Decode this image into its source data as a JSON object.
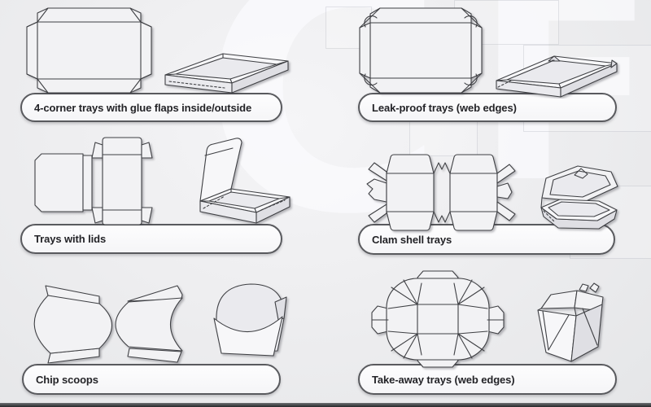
{
  "watermark": {
    "text_c": "C",
    "text_f": "F"
  },
  "colors": {
    "background": "#eeeef0",
    "line_art": "#3f4044",
    "panel_fill": "#f2f2f4",
    "pill_border": "#595a5e",
    "pill_fill": "#fdfdfe",
    "label_text": "#232327",
    "bottom_bar": "#26282a"
  },
  "cells": [
    {
      "id": "four-corner",
      "label": "4-corner trays with glue flaps inside/outside",
      "diagrams": [
        "flat-dieline",
        "assembled-tray"
      ]
    },
    {
      "id": "leak-proof",
      "label": "Leak-proof trays (web edges)",
      "diagrams": [
        "flat-dieline",
        "assembled-tray"
      ]
    },
    {
      "id": "lidded",
      "label": "Trays with lids",
      "diagrams": [
        "flat-dieline",
        "assembled-tray-with-lid"
      ]
    },
    {
      "id": "clam-shell",
      "label": "Clam shell trays",
      "diagrams": [
        "flat-dieline",
        "assembled-clamshell"
      ]
    },
    {
      "id": "chip-scoop",
      "label": "Chip scoops",
      "diagrams": [
        "flat-dieline",
        "assembled-scoop"
      ]
    },
    {
      "id": "take-away",
      "label": "Take-away trays (web edges)",
      "diagrams": [
        "flat-dieline",
        "assembled-takeaway-box"
      ]
    }
  ]
}
